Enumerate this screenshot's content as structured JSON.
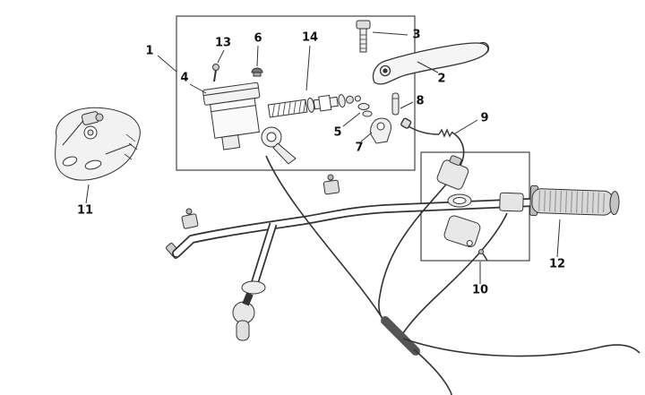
{
  "figure": {
    "background": "#ffffff",
    "line_color": "#333333",
    "fill_light": "#f2f2f2",
    "fill_mid": "#dddddd"
  },
  "callouts": [
    {
      "id": 1,
      "label": "1"
    },
    {
      "id": 2,
      "label": "2"
    },
    {
      "id": 3,
      "label": "3"
    },
    {
      "id": 4,
      "label": "4"
    },
    {
      "id": 5,
      "label": "5"
    },
    {
      "id": 6,
      "label": "6"
    },
    {
      "id": 7,
      "label": "7"
    },
    {
      "id": 8,
      "label": "8"
    },
    {
      "id": 9,
      "label": "9"
    },
    {
      "id": 10,
      "label": "10"
    },
    {
      "id": 11,
      "label": "11"
    },
    {
      "id": 12,
      "label": "12"
    },
    {
      "id": 13,
      "label": "13"
    },
    {
      "id": 14,
      "label": "14"
    }
  ]
}
